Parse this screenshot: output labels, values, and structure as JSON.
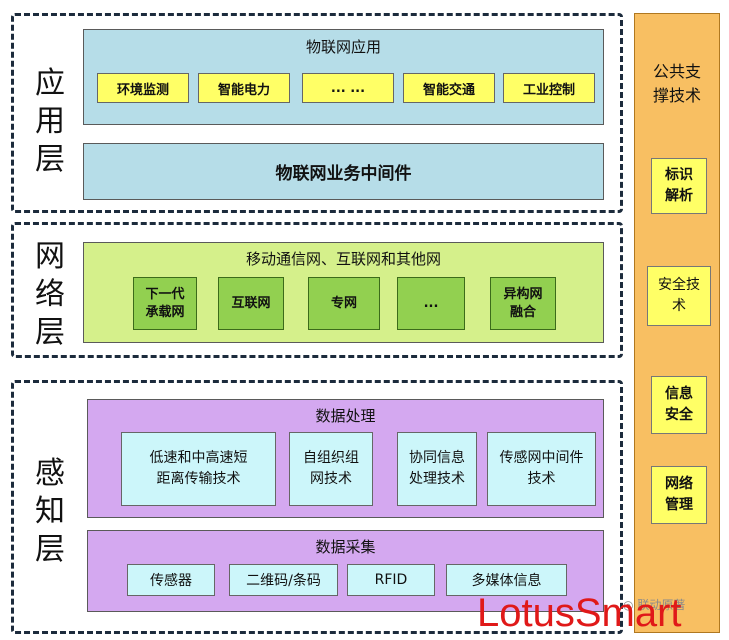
{
  "layers": {
    "application": {
      "label": [
        "应",
        "用",
        "层"
      ],
      "app_panel_title": "物联网应用",
      "apps": [
        "环境监测",
        "智能电力",
        "... ...",
        "智能交通",
        "工业控制"
      ],
      "middleware": "物联网业务中间件"
    },
    "network": {
      "label": [
        "网",
        "络",
        "层"
      ],
      "panel_title": "移动通信网、互联网和其他网",
      "nets": [
        [
          "下一代",
          "承载网"
        ],
        [
          "互联网"
        ],
        [
          "专网"
        ],
        [
          "..."
        ],
        [
          "异构网",
          "融合"
        ]
      ]
    },
    "perception": {
      "label": [
        "感",
        "知",
        "层"
      ],
      "processing_title": "数据处理",
      "processing": [
        [
          "低速和中高速短",
          "距离传输技术"
        ],
        [
          "自组织组",
          "网技术"
        ],
        [
          "协同信息",
          "处理技术"
        ],
        [
          "传感网中间件",
          "技术"
        ]
      ],
      "collection_title": "数据采集",
      "collection": [
        "传感器",
        "二维码/条码",
        "RFID",
        "多媒体信息"
      ]
    }
  },
  "support": {
    "title": [
      "公共支",
      "撑技术"
    ],
    "items": [
      [
        "标识",
        "解析"
      ],
      [
        "安全技",
        "术"
      ],
      [
        "信息",
        "安全"
      ],
      [
        "网络",
        "管理"
      ]
    ]
  },
  "watermark": {
    "brand": "LotusSmart",
    "source": "联动原著"
  },
  "colors": {
    "app_blue": "#b6dde8",
    "yellow": "#ffff66",
    "green_panel": "#d5f08b",
    "green_box": "#92d050",
    "purple": "#d4a8f0",
    "cyan_box": "#ccf6fa",
    "support_orange": "#f8bf62",
    "watermark_red": "#e01919"
  }
}
